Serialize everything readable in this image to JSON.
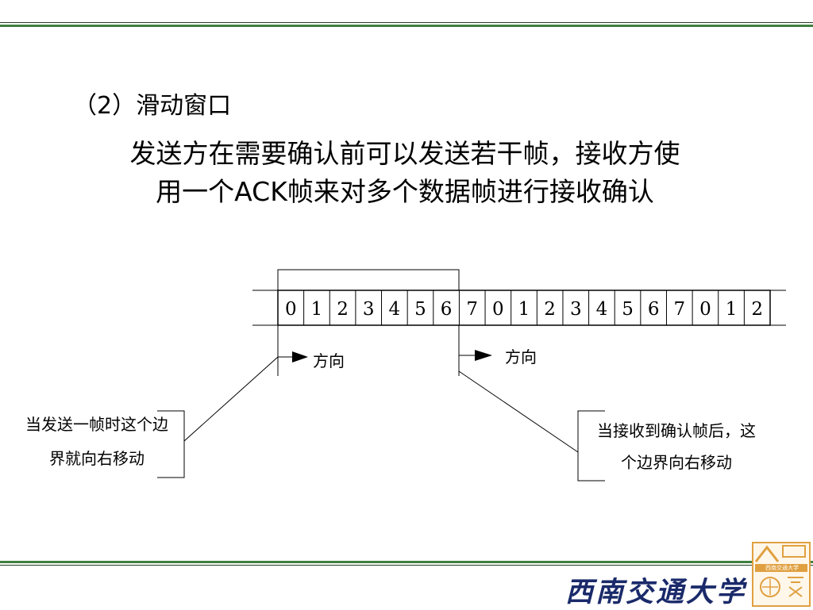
{
  "slide": {
    "heading": "（2）滑动窗口",
    "body_line1": "发送方在需要确认前可以发送若干帧，接收方使",
    "body_line2": "用一个ACK帧来对多个数据帧进行接收确认"
  },
  "diagram": {
    "frames": [
      "0",
      "1",
      "2",
      "3",
      "4",
      "5",
      "6",
      "7",
      "0",
      "1",
      "2",
      "3",
      "4",
      "5",
      "6",
      "7",
      "0",
      "1",
      "2"
    ],
    "window_start": 0,
    "window_size": 7,
    "direction_label_left": "方向",
    "direction_label_right": "方向",
    "callout_left": [
      "当发送一帧时这个边",
      "界就向右移动"
    ],
    "callout_right": [
      "当接收到确认帧后，这",
      "个边界向右移动"
    ]
  },
  "footer": {
    "university_name": "西南交通大学",
    "emblem_text": "西南交通大学",
    "colors": {
      "rule_green": "#3f7f3f",
      "logo_blue": "#1a2a6a",
      "emblem_gold": "#e0a040"
    }
  }
}
